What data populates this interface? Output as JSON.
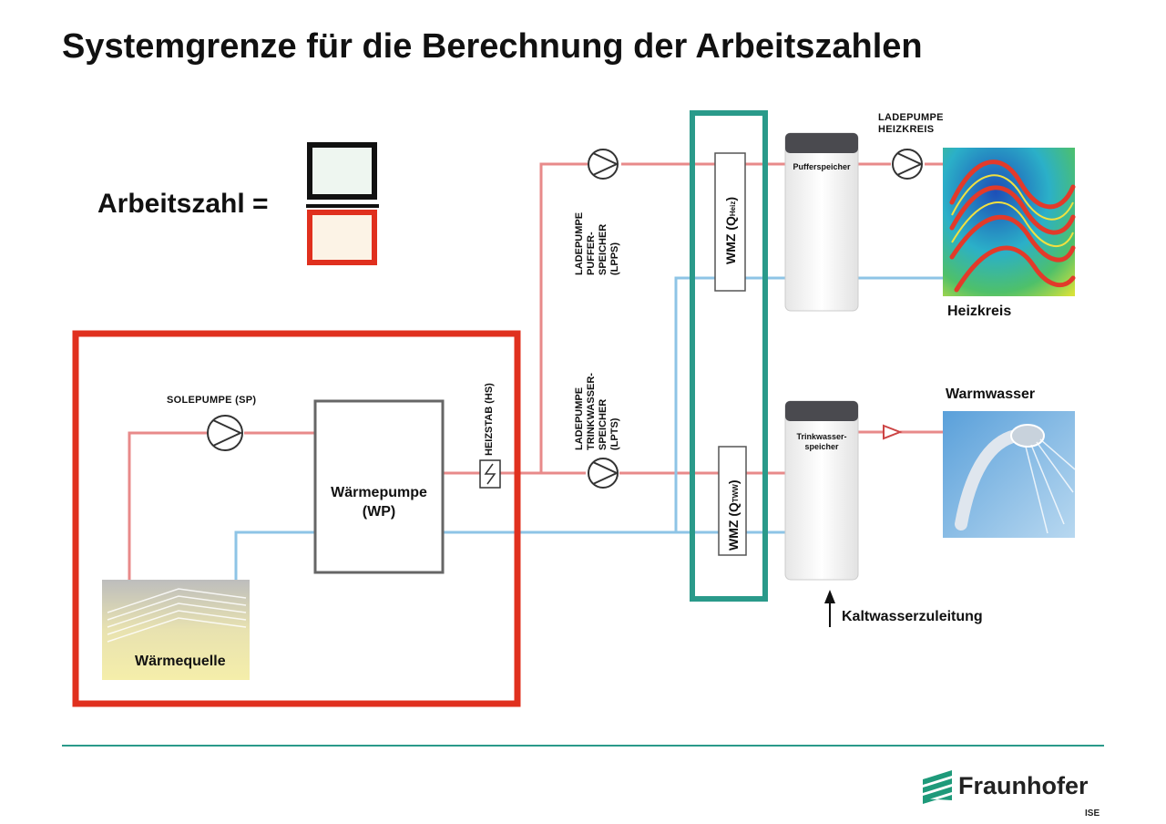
{
  "title": "Systemgrenze für die Berechnung der Arbeitszahlen",
  "ratio_label": "Arbeitszahl =",
  "labels": {
    "solepumpe": "SOLEPUMPE (SP)",
    "waermepumpe_line1": "Wärmepumpe",
    "waermepumpe_line2": "(WP)",
    "waermequelle": "Wärmequelle",
    "heizstab": "HEIZSTAB (HS)",
    "ladepumpe_puffer": "LADEPUMPE\nPUFFER-\nSPEICHER\n(LPPS)",
    "ladepumpe_trinkwasser": "LADEPUMPE\nTRINKWASSER-\nSPEICHER\n(LPTS)",
    "wmz_heiz_main": "WMZ (Q",
    "wmz_heiz_sub": "Heiz",
    "wmz_tww_main": "WMZ (Q",
    "wmz_tww_sub": "TWW",
    "close_paren": ")",
    "pufferspeicher": "Pufferspeicher",
    "trinkwasserspeicher_line1": "Trinkwasser-",
    "trinkwasserspeicher_line2": "speicher",
    "ladepumpe_heizkreis_line1": "LADEPUMPE",
    "ladepumpe_heizkreis_line2": "HEIZKREIS",
    "heizkreis": "Heizkreis",
    "warmwasser": "Warmwasser",
    "kaltwasserzuleitung": "Kaltwasserzuleitung"
  },
  "logo": {
    "name": "Fraunhofer",
    "sub": "ISE"
  },
  "colors": {
    "hot_line": "#e88a8a",
    "cold_line": "#8ec4e6",
    "system_boundary": "#e0301e",
    "meter_boundary": "#2a9a8a",
    "divider": "#2a9a8a",
    "logo_green": "#1e9a7a"
  },
  "icons": [
    "pump-icon",
    "heater-icon",
    "floor-heating-image",
    "shower-image",
    "heat-source-image",
    "arrow-up-icon",
    "fraunhofer-logo-icon"
  ]
}
